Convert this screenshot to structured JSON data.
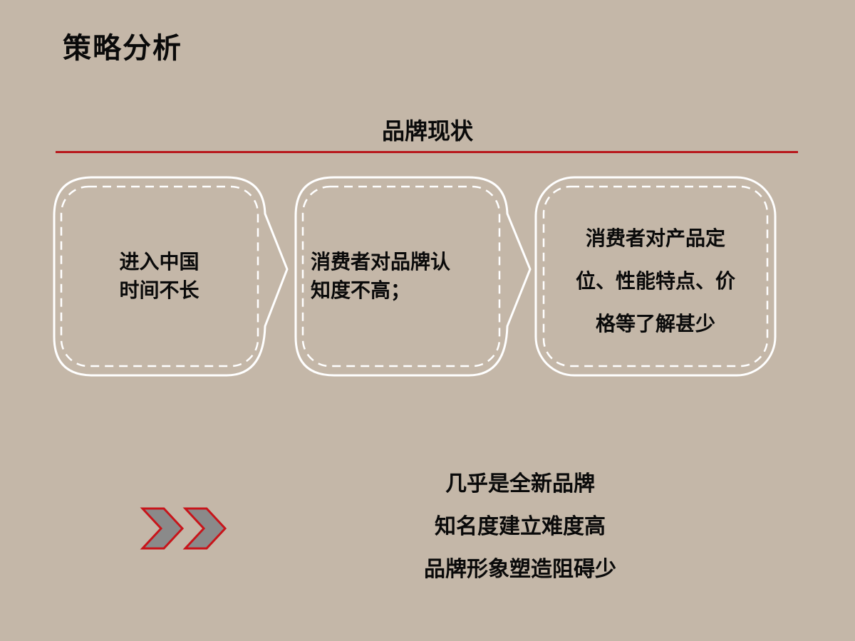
{
  "slide": {
    "title": "策略分析",
    "section_heading": "品牌现状",
    "accent_color": "#b8181c",
    "background_color": "#c4b7a8"
  },
  "flow_boxes": [
    {
      "lines": [
        "进入中国",
        "时间不长"
      ]
    },
    {
      "lines": [
        "消费者对品牌认",
        "知度不高；"
      ]
    },
    {
      "lines": [
        "消费者对产品定",
        "位、性能特点、价",
        "格等了解甚少"
      ]
    }
  ],
  "conclusion": {
    "icon": "double-chevron-right-icon",
    "lines": [
      "几乎是全新品牌",
      "知名度建立难度高",
      "品牌形象塑造阻碍少"
    ]
  }
}
